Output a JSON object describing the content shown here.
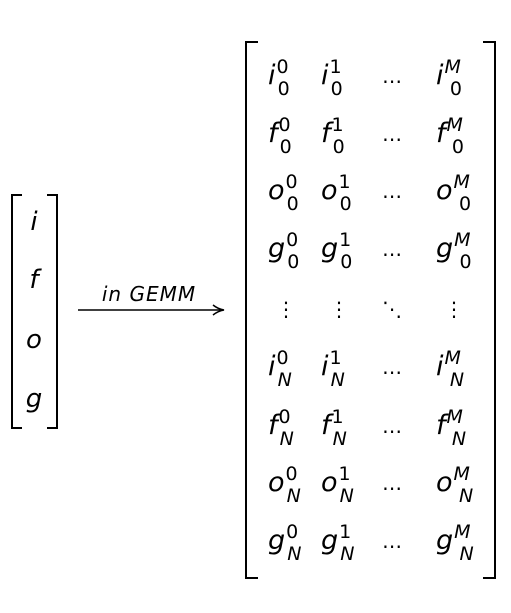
{
  "left_vector": {
    "entries": [
      "i",
      "f",
      "o",
      "g"
    ]
  },
  "arrow": {
    "label": "in GEMM"
  },
  "right_matrix": {
    "columns": [
      {
        "sup": "0"
      },
      {
        "sup": "1"
      },
      {
        "sup": "M"
      }
    ],
    "rows": [
      {
        "base": "i",
        "sub": "0"
      },
      {
        "base": "f",
        "sub": "0"
      },
      {
        "base": "o",
        "sub": "0"
      },
      {
        "base": "g",
        "sub": "0"
      },
      {
        "ellipsis": true
      },
      {
        "base": "i",
        "sub": "N"
      },
      {
        "base": "f",
        "sub": "N"
      },
      {
        "base": "o",
        "sub": "N"
      },
      {
        "base": "g",
        "sub": "N"
      }
    ],
    "hdots": "⋯",
    "vdots": "⋮",
    "ddots": "⋱"
  }
}
